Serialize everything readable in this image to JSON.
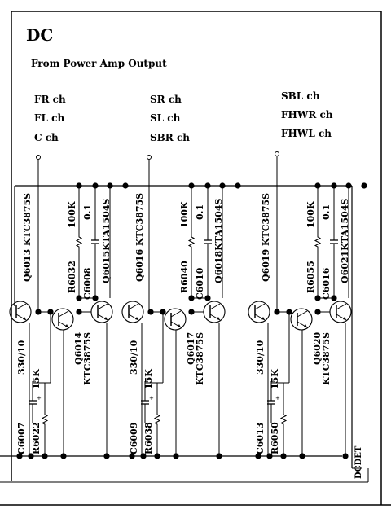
{
  "title": "DC",
  "subtitle": "From Power Amp Output",
  "group1": {
    "lines": [
      "FR ch",
      "FL ch",
      "C ch"
    ]
  },
  "group2": {
    "lines": [
      "SR ch",
      "SL ch",
      "SBR ch"
    ]
  },
  "group3": {
    "lines": [
      "SBL ch",
      "FHWR ch",
      "FHWL ch"
    ]
  },
  "corner_label": "DCDET",
  "blocks": [
    {
      "q_left": "Q6013 KTC3875S",
      "r_top": "100K",
      "c_top": "0.1",
      "r_top_ref": "R6032",
      "c_top_ref": "C6008",
      "q_right": "Q6015KTA1504S",
      "q_mid": "Q6014",
      "q_mid_type": "KTC3875S",
      "c_bot_val": "330/10",
      "r_bot_val": "15K",
      "c_bot_ref": "C6007",
      "r_bot_ref": "R6022"
    },
    {
      "q_left": "Q6016 KTC3875S",
      "r_top": "100K",
      "c_top": "0.1",
      "r_top_ref": "R6040",
      "c_top_ref": "C6010",
      "q_right": "Q6018KTA1504S",
      "q_mid": "Q6017",
      "q_mid_type": "KTC3875S",
      "c_bot_val": "330/10",
      "r_bot_val": "15K",
      "c_bot_ref": "C6009",
      "r_bot_ref": "R6038"
    },
    {
      "q_left": "Q6019 KTC3875S",
      "r_top": "100K",
      "c_top": "0.1",
      "r_top_ref": "R6055",
      "c_top_ref": "C6016",
      "q_right": "Q6021KTA1504S",
      "q_mid": "Q6020",
      "q_mid_type": "KTC3875S",
      "c_bot_val": "330/10",
      "r_bot_val": "15K",
      "c_bot_ref": "C6013",
      "r_bot_ref": "R6050"
    }
  ]
}
